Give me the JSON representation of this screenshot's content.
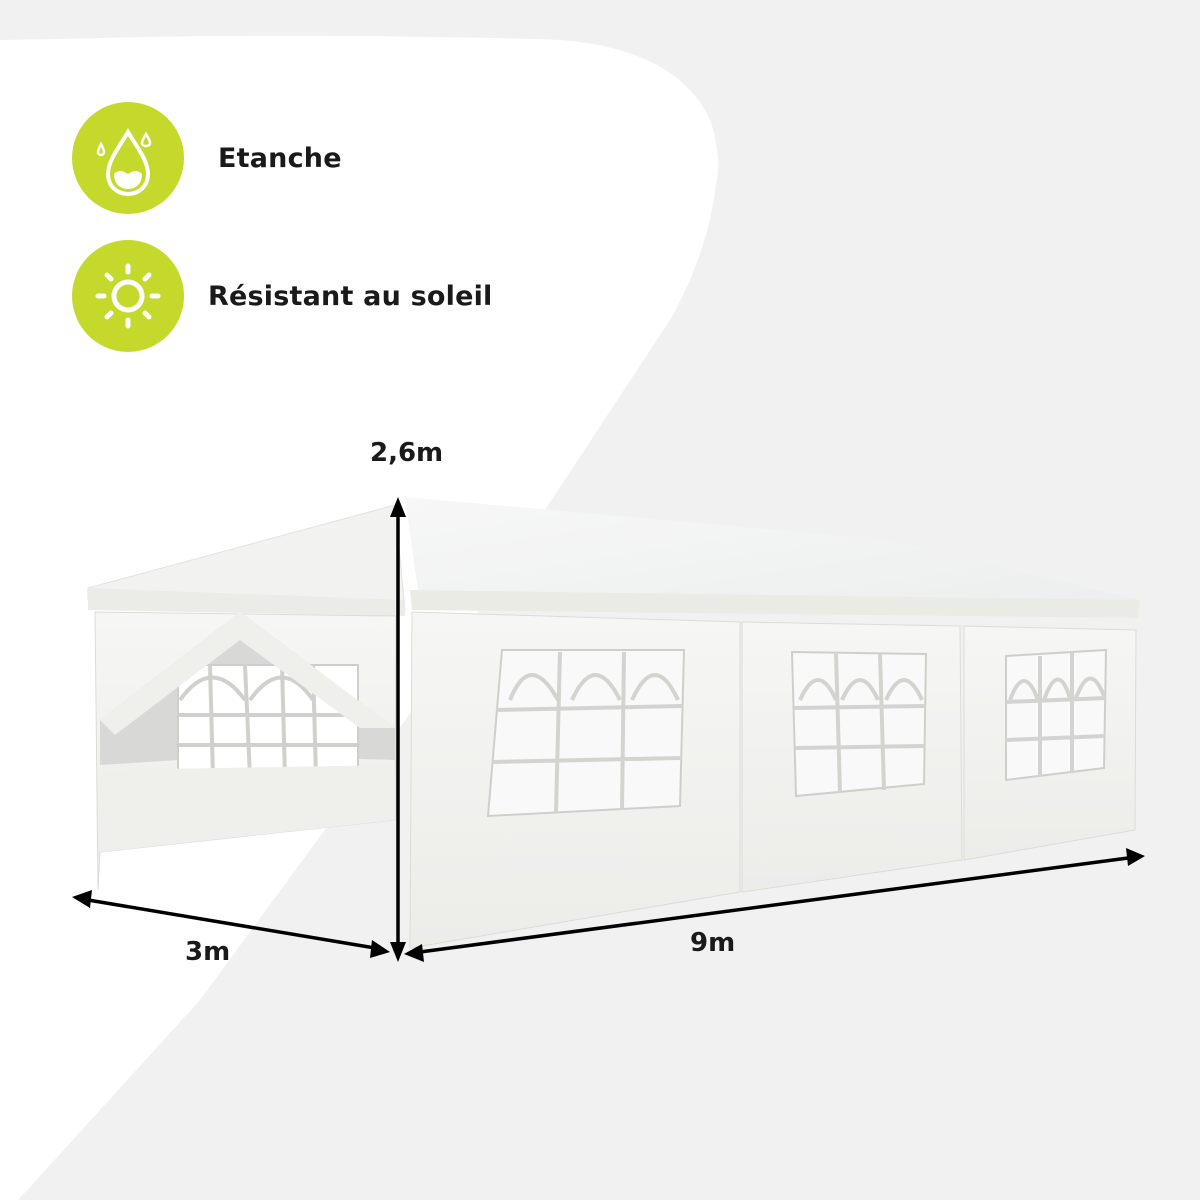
{
  "colors": {
    "background": "#f1f1f1",
    "panel": "#ffffff",
    "accent_green": "#c5d92d",
    "text": "#1a1a1a"
  },
  "features": [
    {
      "icon": "water-drop-icon",
      "label": "Etanche"
    },
    {
      "icon": "sun-icon",
      "label": "Résistant au soleil"
    }
  ],
  "dimensions": {
    "height": "2,6m",
    "width": "3m",
    "length": "9m"
  },
  "product": {
    "type": "white party tent",
    "side_panels_with_windows_visible": 4
  }
}
